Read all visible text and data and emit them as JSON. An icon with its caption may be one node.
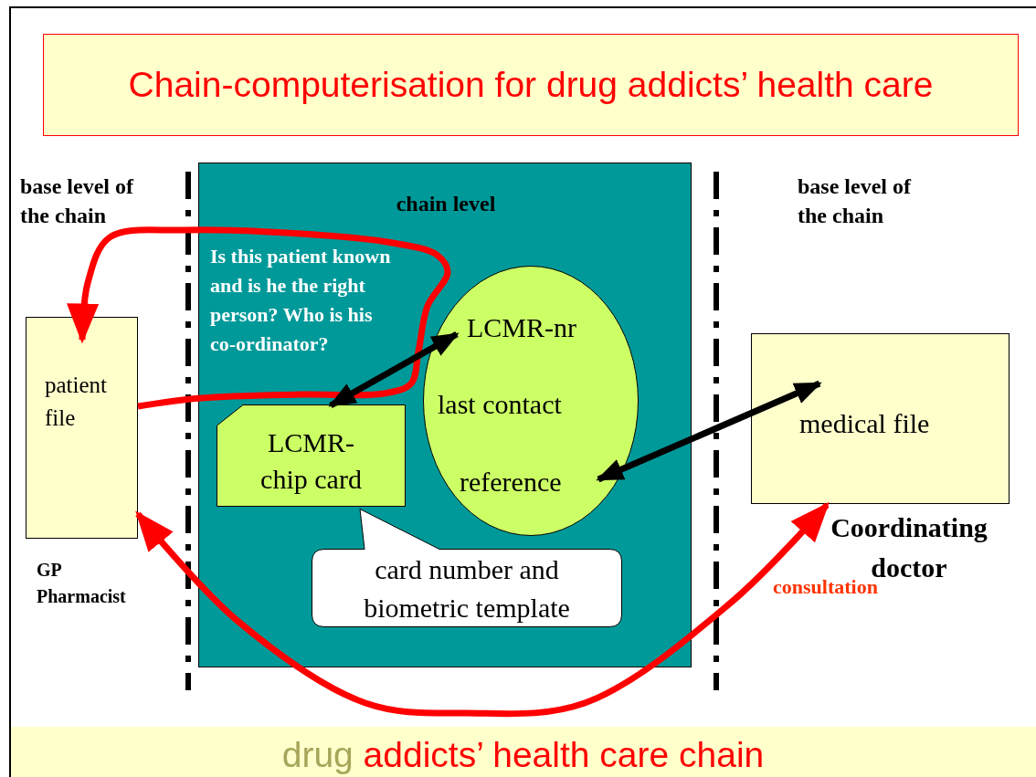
{
  "diagram": {
    "title": "Chain-computerisation for drug addicts’ health care",
    "caption": "drug addicts’ health care chain",
    "nodes": [
      {
        "text": [
          "chain level",
          "Is this patient known and is he the right person? Who is his co-ordinator?"
        ]
      },
      {
        "text": [
          "patient file"
        ],
        "beside": [
          "GP Pharmacist"
        ]
      },
      {
        "text": [
          "LCMR- chip card"
        ],
        "in": 0
      },
      {
        "text": [
          "LCMR-nr",
          "last contact",
          "reference"
        ],
        "in": 0
      },
      {
        "text": [
          "card number and biometric template"
        ],
        "in": 0
      },
      {
        "text": [
          "medical file"
        ],
        "beside": [
          "Coordinating doctor"
        ]
      }
    ],
    "edges": [
      {
        "from": 1,
        "to": 1,
        "arrow": "to",
        "color": "#ff0000"
      },
      {
        "from": 2,
        "to": 3,
        "arrow": "both",
        "color": "#000000"
      },
      {
        "from": 3,
        "to": 5,
        "arrow": "both",
        "color": "#000000"
      },
      {
        "from": 1,
        "to": 5,
        "arrow": "both",
        "label": "consultation",
        "color": "#ff0000"
      }
    ],
    "labels": [
      "base level of the chain",
      "base level of the chain"
    ]
  }
}
